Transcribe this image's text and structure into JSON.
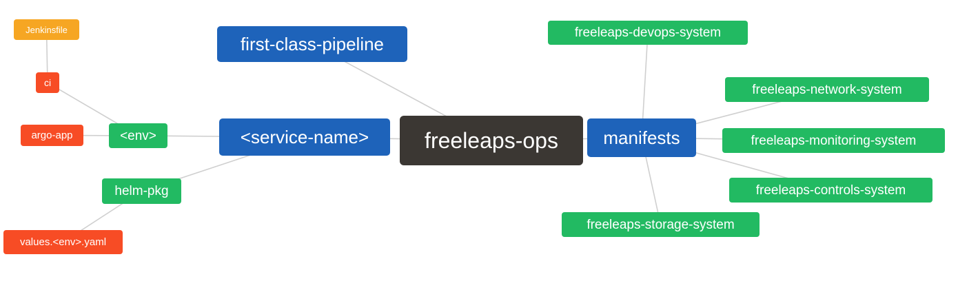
{
  "diagram": {
    "type": "mindmap",
    "root": "freeleaps_ops",
    "edge_color": "#cfcfcf",
    "palette": {
      "blue": "#1e63ba",
      "green": "#22ba62",
      "red_orange": "#f74c25",
      "orange": "#f6a623",
      "dark": "#3b3733",
      "text": "#ffffff"
    },
    "nodes": {
      "freeleaps_ops": {
        "label": "freeleaps-ops",
        "color": "#3b3733"
      },
      "first_class_pipeline": {
        "label": "first-class-pipeline",
        "color": "#1e63ba"
      },
      "service_name": {
        "label": "<service-name>",
        "color": "#1e63ba"
      },
      "manifests": {
        "label": "manifests",
        "color": "#1e63ba"
      },
      "env": {
        "label": "<env>",
        "color": "#22ba62"
      },
      "helm_pkg": {
        "label": "helm-pkg",
        "color": "#22ba62"
      },
      "ci": {
        "label": "ci",
        "color": "#f74c25"
      },
      "argo_app": {
        "label": "argo-app",
        "color": "#f74c25"
      },
      "values_env_yaml": {
        "label": "values.<env>.yaml",
        "color": "#f74c25"
      },
      "jenkinsfile": {
        "label": "Jenkinsfile",
        "color": "#f6a623"
      },
      "devops_system": {
        "label": "freeleaps-devops-system",
        "color": "#22ba62"
      },
      "network_system": {
        "label": "freeleaps-network-system",
        "color": "#22ba62"
      },
      "monitoring_system": {
        "label": "freeleaps-monitoring-system",
        "color": "#22ba62"
      },
      "controls_system": {
        "label": "freeleaps-controls-system",
        "color": "#22ba62"
      },
      "storage_system": {
        "label": "freeleaps-storage-system",
        "color": "#22ba62"
      }
    },
    "edges": [
      {
        "from": "jenkinsfile",
        "to": "ci"
      },
      {
        "from": "ci",
        "to": "env"
      },
      {
        "from": "argo_app",
        "to": "env"
      },
      {
        "from": "env",
        "to": "service_name"
      },
      {
        "from": "helm_pkg",
        "to": "service_name"
      },
      {
        "from": "values_env_yaml",
        "to": "helm_pkg"
      },
      {
        "from": "first_class_pipeline",
        "to": "freeleaps_ops"
      },
      {
        "from": "service_name",
        "to": "freeleaps_ops"
      },
      {
        "from": "freeleaps_ops",
        "to": "manifests"
      },
      {
        "from": "manifests",
        "to": "devops_system"
      },
      {
        "from": "manifests",
        "to": "network_system"
      },
      {
        "from": "manifests",
        "to": "monitoring_system"
      },
      {
        "from": "manifests",
        "to": "controls_system"
      },
      {
        "from": "manifests",
        "to": "storage_system"
      }
    ]
  }
}
